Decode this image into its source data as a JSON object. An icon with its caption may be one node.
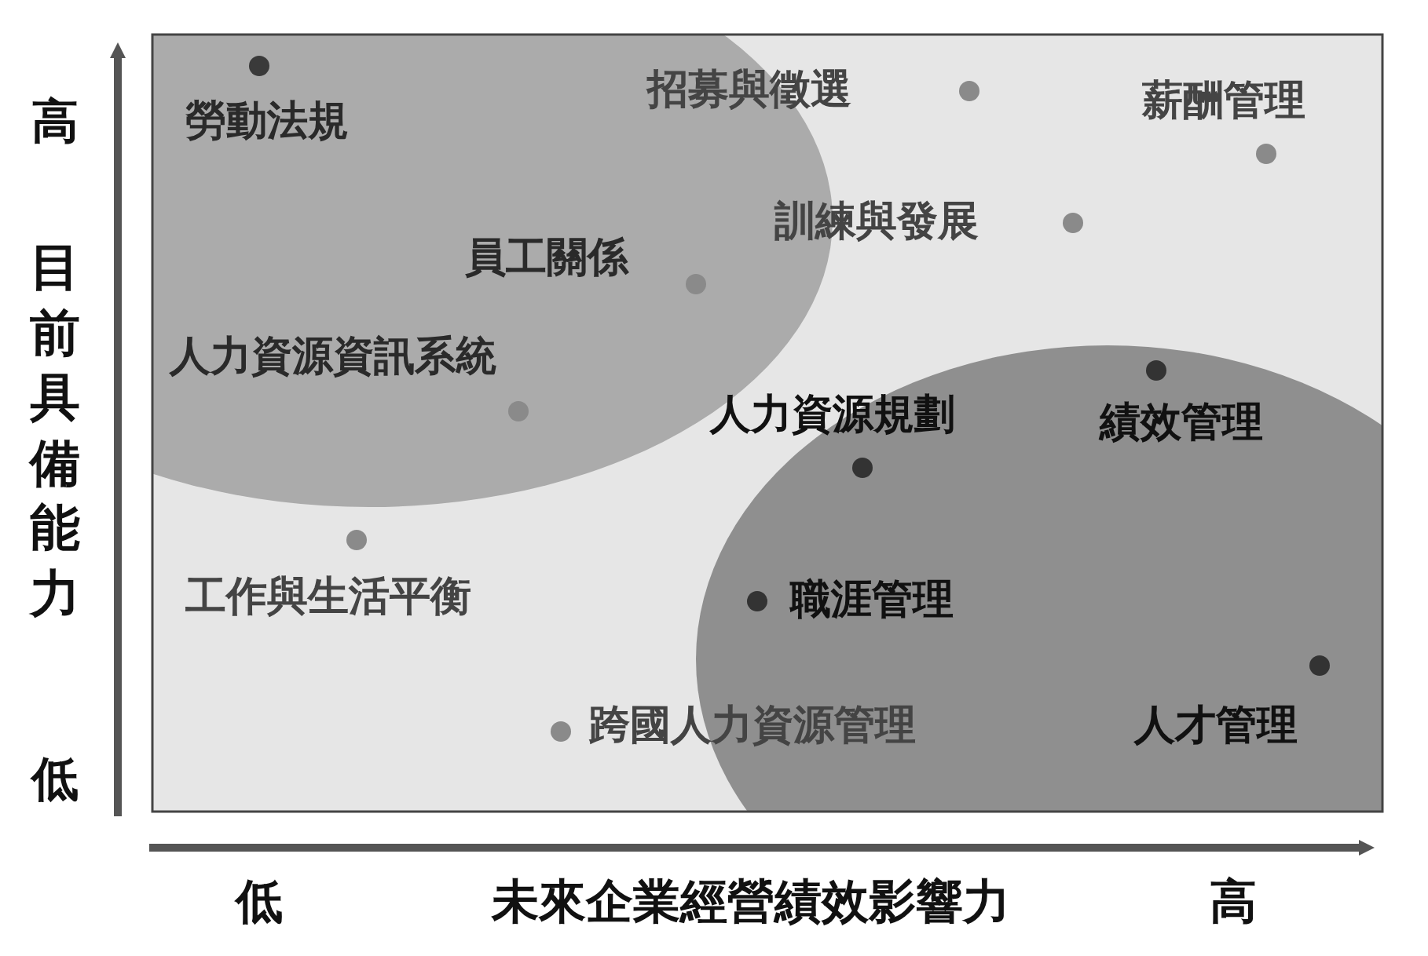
{
  "diagram": {
    "labels": [
      "高",
      "目前具備能力",
      "低",
      "勞動法規",
      "招募與徵選",
      "薪酬管理",
      "訓練與發展",
      "員工關係",
      "人力資源資訊系統",
      "人力資源規劃",
      "績效管理",
      "工作與生活平衡",
      "職涯管理",
      "跨國人力資源管理",
      "人才管理",
      "低",
      "未來企業經營績效影響力",
      "高"
    ]
  }
}
